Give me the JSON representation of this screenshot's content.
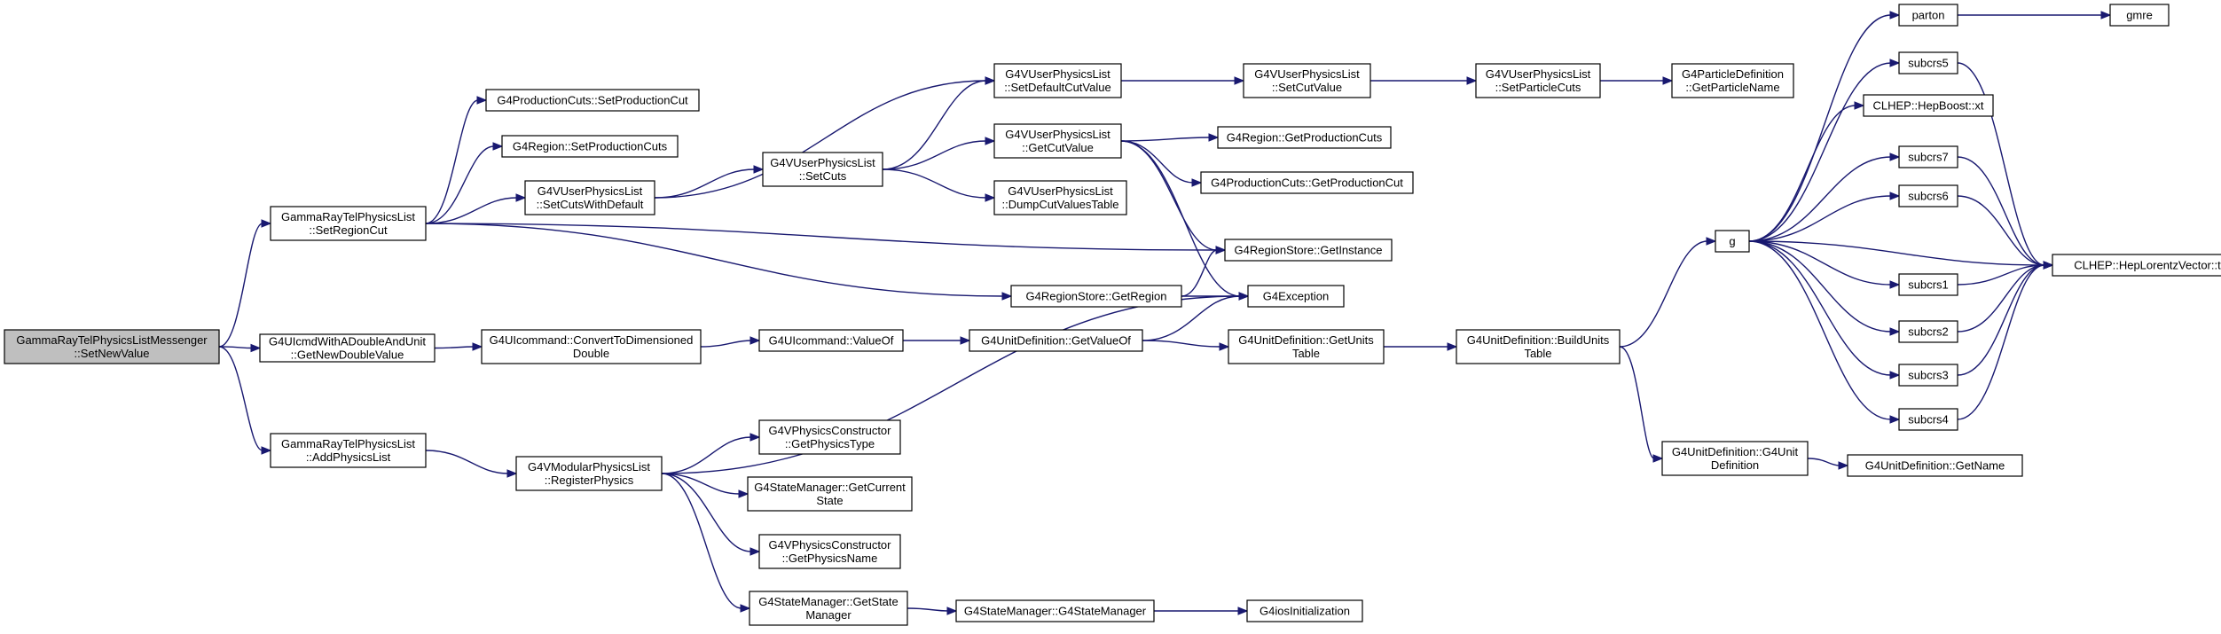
{
  "graph": {
    "type": "call-graph",
    "root": "root",
    "colors": {
      "edge": "#191970",
      "root_fill": "#bfbfbf",
      "node_fill": "#ffffff",
      "node_border": "#000000"
    },
    "nodes": [
      {
        "id": "root",
        "lines": [
          "GammaRayTelPhysicsListMessenger",
          "::SetNewValue"
        ]
      },
      {
        "id": "setRegionCut",
        "lines": [
          "GammaRayTelPhysicsList",
          "::SetRegionCut"
        ]
      },
      {
        "id": "getNewDoubleValue",
        "lines": [
          "G4UIcmdWithADoubleAndUnit",
          "::GetNewDoubleValue"
        ]
      },
      {
        "id": "addPhysicsList",
        "lines": [
          "GammaRayTelPhysicsList",
          "::AddPhysicsList"
        ]
      },
      {
        "id": "prodCutSet",
        "lines": [
          "G4ProductionCuts::SetProductionCut"
        ]
      },
      {
        "id": "regionSetProdCuts",
        "lines": [
          "G4Region::SetProductionCuts"
        ]
      },
      {
        "id": "setCutsWithDefault",
        "lines": [
          "G4VUserPhysicsList",
          "::SetCutsWithDefault"
        ]
      },
      {
        "id": "convertToDim",
        "lines": [
          "G4UIcommand::ConvertToDimensioned",
          "Double"
        ]
      },
      {
        "id": "registerPhysics",
        "lines": [
          "G4VModularPhysicsList",
          "::RegisterPhysics"
        ]
      },
      {
        "id": "setCuts",
        "lines": [
          "G4VUserPhysicsList",
          "::SetCuts"
        ]
      },
      {
        "id": "uiValueOf",
        "lines": [
          "G4UIcommand::ValueOf"
        ]
      },
      {
        "id": "getPhysicsType",
        "lines": [
          "G4VPhysicsConstructor",
          "::GetPhysicsType"
        ]
      },
      {
        "id": "getCurrentState",
        "lines": [
          "G4StateManager::GetCurrent",
          "State"
        ]
      },
      {
        "id": "getPhysicsName",
        "lines": [
          "G4VPhysicsConstructor",
          "::GetPhysicsName"
        ]
      },
      {
        "id": "getStateManager",
        "lines": [
          "G4StateManager::GetState",
          "Manager"
        ]
      },
      {
        "id": "setDefaultCutValue",
        "lines": [
          "G4VUserPhysicsList",
          "::SetDefaultCutValue"
        ]
      },
      {
        "id": "getCutValue",
        "lines": [
          "G4VUserPhysicsList",
          "::GetCutValue"
        ]
      },
      {
        "id": "dumpCutValues",
        "lines": [
          "G4VUserPhysicsList",
          "::DumpCutValuesTable"
        ]
      },
      {
        "id": "regionStoreGetRegion",
        "lines": [
          "G4RegionStore::GetRegion"
        ]
      },
      {
        "id": "unitGetValueOf",
        "lines": [
          "G4UnitDefinition::GetValueOf"
        ]
      },
      {
        "id": "stateMgrCtor",
        "lines": [
          "G4StateManager::G4StateManager"
        ]
      },
      {
        "id": "setCutValue",
        "lines": [
          "G4VUserPhysicsList",
          "::SetCutValue"
        ]
      },
      {
        "id": "regionGetProdCuts",
        "lines": [
          "G4Region::GetProductionCuts"
        ]
      },
      {
        "id": "prodCutGet",
        "lines": [
          "G4ProductionCuts::GetProductionCut"
        ]
      },
      {
        "id": "regionStoreGetInstance",
        "lines": [
          "G4RegionStore::GetInstance"
        ]
      },
      {
        "id": "g4exception",
        "lines": [
          "G4Exception"
        ]
      },
      {
        "id": "unitGetUnitsTable",
        "lines": [
          "G4UnitDefinition::GetUnits",
          "Table"
        ]
      },
      {
        "id": "iosInit",
        "lines": [
          "G4iosInitialization"
        ]
      },
      {
        "id": "setParticleCuts",
        "lines": [
          "G4VUserPhysicsList",
          "::SetParticleCuts"
        ]
      },
      {
        "id": "buildUnitsTable",
        "lines": [
          "G4UnitDefinition::BuildUnits",
          "Table"
        ]
      },
      {
        "id": "particleDefName",
        "lines": [
          "G4ParticleDefinition",
          "::GetParticleName"
        ]
      },
      {
        "id": "unitDefCtor",
        "lines": [
          "G4UnitDefinition::G4Unit",
          "Definition"
        ]
      },
      {
        "id": "unitGetName",
        "lines": [
          "G4UnitDefinition::GetName"
        ]
      },
      {
        "id": "g",
        "lines": [
          "g"
        ]
      },
      {
        "id": "parton",
        "lines": [
          "parton"
        ]
      },
      {
        "id": "gmre",
        "lines": [
          "gmre"
        ]
      },
      {
        "id": "subcrs5",
        "lines": [
          "subcrs5"
        ]
      },
      {
        "id": "hepBoost",
        "lines": [
          "CLHEP::HepBoost::xt"
        ]
      },
      {
        "id": "subcrs7",
        "lines": [
          "subcrs7"
        ]
      },
      {
        "id": "subcrs6",
        "lines": [
          "subcrs6"
        ]
      },
      {
        "id": "subcrs1",
        "lines": [
          "subcrs1"
        ]
      },
      {
        "id": "subcrs2",
        "lines": [
          "subcrs2"
        ]
      },
      {
        "id": "subcrs3",
        "lines": [
          "subcrs3"
        ]
      },
      {
        "id": "subcrs4",
        "lines": [
          "subcrs4"
        ]
      },
      {
        "id": "hepLorentz",
        "lines": [
          "CLHEP::HepLorentzVector::t"
        ]
      }
    ],
    "edges": [
      [
        "root",
        "setRegionCut"
      ],
      [
        "root",
        "getNewDoubleValue"
      ],
      [
        "root",
        "addPhysicsList"
      ],
      [
        "setRegionCut",
        "prodCutSet"
      ],
      [
        "setRegionCut",
        "regionSetProdCuts"
      ],
      [
        "setRegionCut",
        "setCutsWithDefault"
      ],
      [
        "setRegionCut",
        "regionStoreGetInstance"
      ],
      [
        "setRegionCut",
        "regionStoreGetRegion"
      ],
      [
        "setCutsWithDefault",
        "setCuts"
      ],
      [
        "setCutsWithDefault",
        "setDefaultCutValue"
      ],
      [
        "setCuts",
        "setDefaultCutValue"
      ],
      [
        "setCuts",
        "getCutValue"
      ],
      [
        "setCuts",
        "dumpCutValues"
      ],
      [
        "setDefaultCutValue",
        "setCutValue"
      ],
      [
        "setCutValue",
        "setParticleCuts"
      ],
      [
        "setParticleCuts",
        "particleDefName"
      ],
      [
        "getCutValue",
        "regionGetProdCuts"
      ],
      [
        "getCutValue",
        "prodCutGet"
      ],
      [
        "getCutValue",
        "regionStoreGetInstance"
      ],
      [
        "getCutValue",
        "g4exception"
      ],
      [
        "regionStoreGetRegion",
        "regionStoreGetInstance"
      ],
      [
        "regionStoreGetRegion",
        "g4exception"
      ],
      [
        "getNewDoubleValue",
        "convertToDim"
      ],
      [
        "convertToDim",
        "uiValueOf"
      ],
      [
        "uiValueOf",
        "unitGetValueOf"
      ],
      [
        "unitGetValueOf",
        "g4exception"
      ],
      [
        "unitGetValueOf",
        "unitGetUnitsTable"
      ],
      [
        "unitGetUnitsTable",
        "buildUnitsTable"
      ],
      [
        "buildUnitsTable",
        "g"
      ],
      [
        "buildUnitsTable",
        "unitDefCtor"
      ],
      [
        "unitDefCtor",
        "unitGetName"
      ],
      [
        "addPhysicsList",
        "registerPhysics"
      ],
      [
        "registerPhysics",
        "g4exception"
      ],
      [
        "registerPhysics",
        "getPhysicsType"
      ],
      [
        "registerPhysics",
        "getCurrentState"
      ],
      [
        "registerPhysics",
        "getPhysicsName"
      ],
      [
        "registerPhysics",
        "getStateManager"
      ],
      [
        "getStateManager",
        "stateMgrCtor"
      ],
      [
        "stateMgrCtor",
        "iosInit"
      ],
      [
        "g",
        "parton"
      ],
      [
        "g",
        "subcrs5"
      ],
      [
        "g",
        "hepBoost"
      ],
      [
        "g",
        "subcrs7"
      ],
      [
        "g",
        "subcrs6"
      ],
      [
        "g",
        "hepLorentz"
      ],
      [
        "g",
        "subcrs1"
      ],
      [
        "g",
        "subcrs2"
      ],
      [
        "g",
        "subcrs3"
      ],
      [
        "g",
        "subcrs4"
      ],
      [
        "parton",
        "gmre"
      ],
      [
        "subcrs5",
        "hepLorentz"
      ],
      [
        "subcrs7",
        "hepLorentz"
      ],
      [
        "subcrs6",
        "hepLorentz"
      ],
      [
        "subcrs1",
        "hepLorentz"
      ],
      [
        "subcrs2",
        "hepLorentz"
      ],
      [
        "subcrs3",
        "hepLorentz"
      ],
      [
        "subcrs4",
        "hepLorentz"
      ]
    ]
  }
}
